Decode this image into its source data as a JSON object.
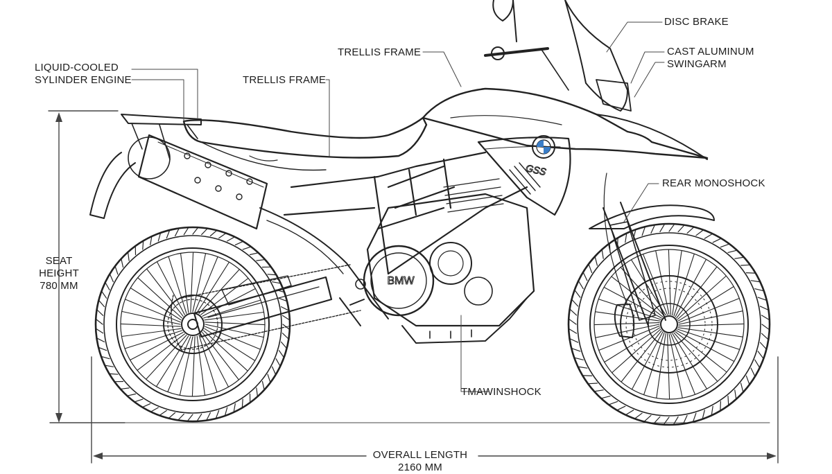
{
  "diagram": {
    "labels": {
      "disc_brake": "DISC BRAKE",
      "cast_aluminum_swingarm": [
        "CAST ALUMINUM",
        "SWINGARM"
      ],
      "trellis_frame_top": "TRELLIS FRAME",
      "trellis_frame": "TRELLIS FRAME",
      "liquid_cooled_engine": [
        "LIQUID-COOLED",
        "SYLINDER ENGINE"
      ],
      "rear_monoshock": "REAR MONOSHOCK",
      "tmawinshock": "TMAWINSHOCK",
      "seat_height": [
        "SEAT",
        "HEIGHT",
        "780 MM"
      ],
      "overall_length": [
        "OVERALL LENGTH",
        "2160 MM"
      ]
    },
    "badges": {
      "engine_cover_text": "BMW",
      "side_panel_text": "GSS"
    }
  }
}
